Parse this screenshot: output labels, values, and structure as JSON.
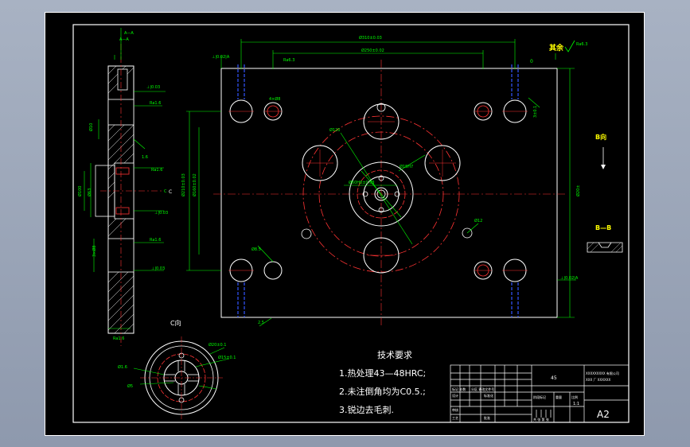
{
  "drawing": {
    "roughness_note": "其余",
    "view_labels": {
      "b_arrow": "B向",
      "b_section": "B—B",
      "c_view": "C向",
      "a_marker": "A—A",
      "c_marker": "C"
    },
    "tech_requirements": {
      "title": "技术要求",
      "items": [
        "1.热处理43—48HRC;",
        "2.未注倒角均为C0.5.;",
        "3.锐边去毛刺."
      ]
    },
    "title_block": {
      "material": "45",
      "sheet_size": "A2",
      "scale": "1:1"
    }
  }
}
